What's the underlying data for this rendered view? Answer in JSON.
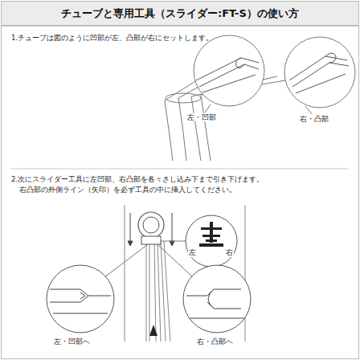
{
  "diagram": {
    "title": "チューブと専用工具（スライダー:FT-S）の使い方",
    "labels": [
      "1.チューブは図のように凹部が左、凸部が右にセットします。",
      "左・凹部",
      "右・凸部",
      "2.次にスライダー工具に左凹部、右凸部を各々さし込み下まで引き下げます。",
      "右凸部の外側ライン（矢印）を必ず工具の中に挿入してください。",
      "左",
      "右",
      "左・凹部へ",
      "右・凸部へ"
    ]
  }
}
